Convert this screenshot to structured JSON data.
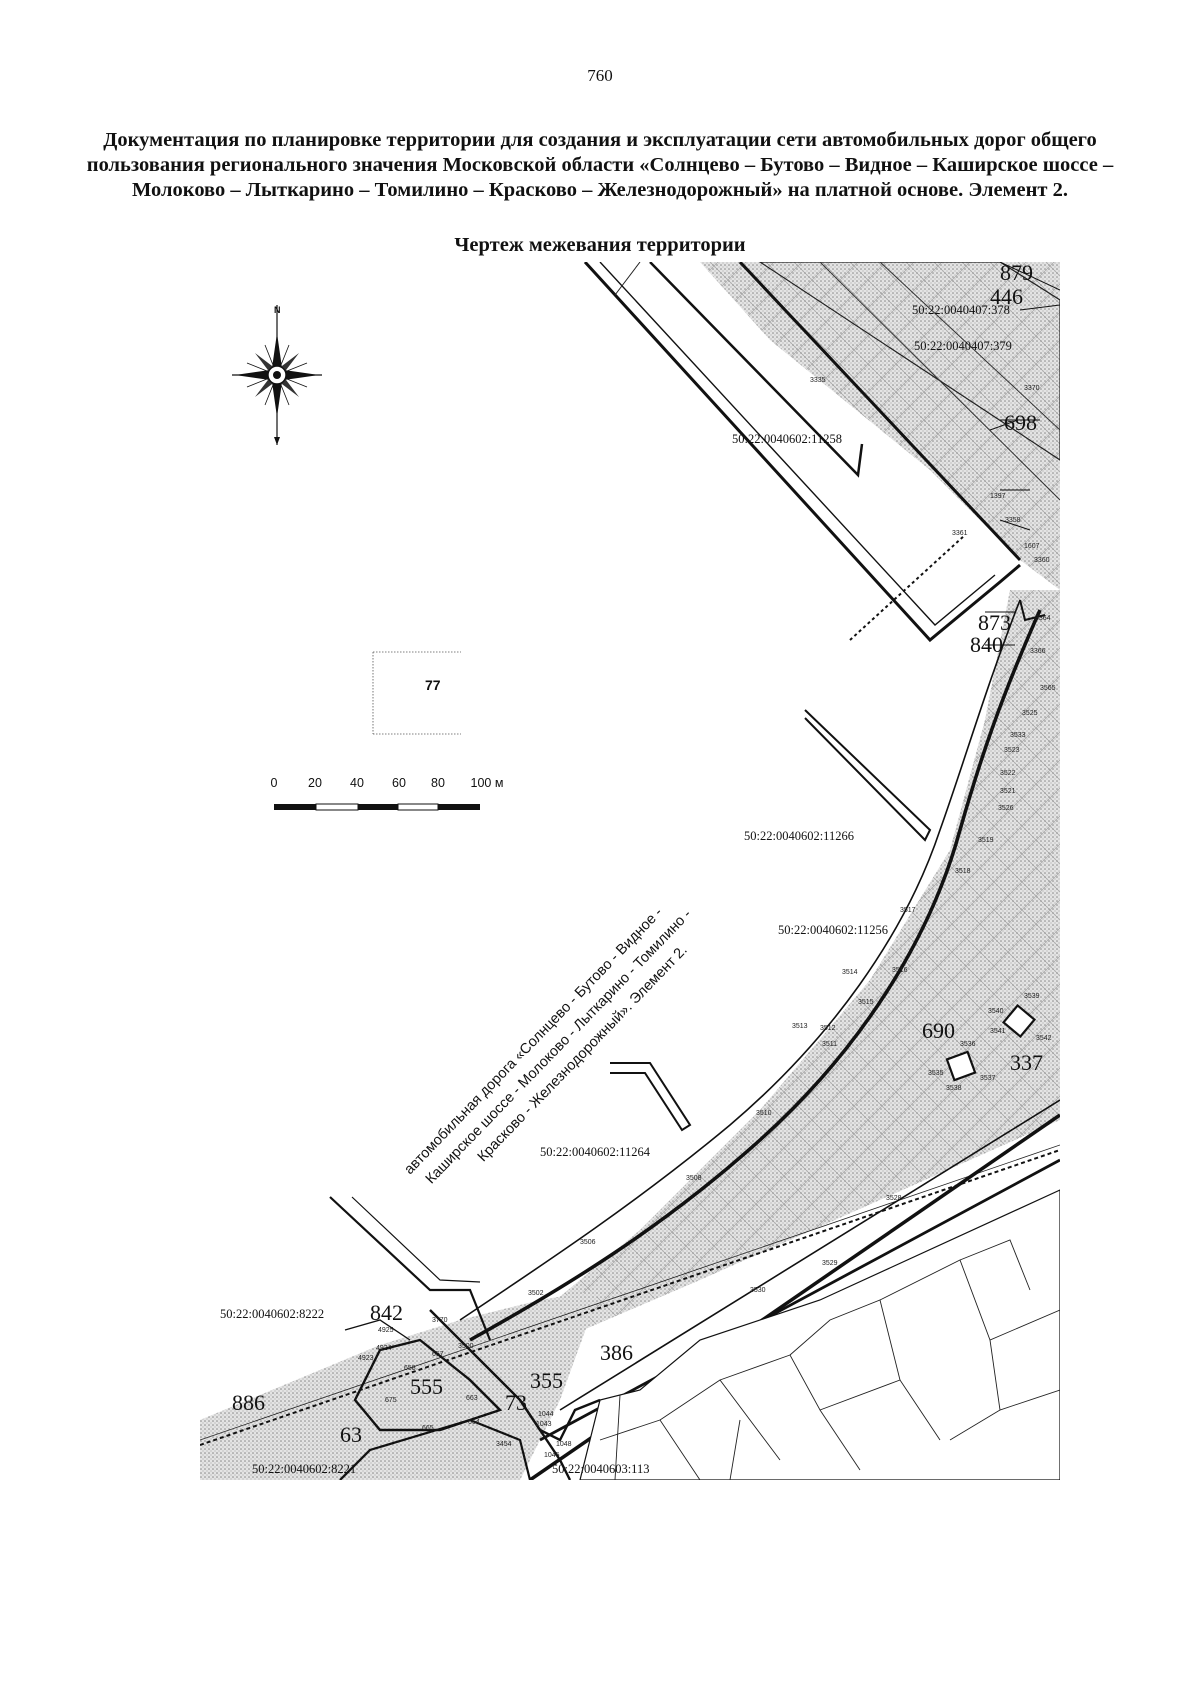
{
  "page": {
    "number": "760",
    "title": "Документация по планировке территории для создания и эксплуатации сети автомобильных дорог общего пользования регионального значения Московской области «Солнцево – Бутово – Видное – Каширское шоссе – Молоково – Лыткарино – Томилино – Красково – Железнодорожный» на платной основе. Элемент 2.",
    "subtitle": "Чертеж межевания территории"
  },
  "map": {
    "compass_label": "N",
    "block_label": "77",
    "scale_bar": {
      "ticks": [
        "0",
        "20",
        "40",
        "60",
        "80",
        "100 м"
      ]
    },
    "road_label_lines": [
      "автомобильная дорога «Солнцево - Бутово - Видное -",
      "Каширское шоссе - Молоково - Лыткарино - Томилино -",
      "Красково - Железнодорожный». Элемент 2."
    ],
    "quarter_numbers": [
      "879",
      "446",
      "698",
      "873",
      "840",
      "690",
      "337",
      "842",
      "886",
      "555",
      "73",
      "355",
      "386",
      "63"
    ],
    "cadastral_numbers": [
      "50:22:0040407:378",
      "50:22:0040407:379",
      "50:22:0040602:11258",
      "50:22:0040602:11266",
      "50:22:0040602:11256",
      "50:22:0040602:11264",
      "50:22:0040602:8222",
      "50:22:0040602:8221",
      "50:22:0040603:113"
    ],
    "point_numbers": [
      "3335",
      "3370",
      "1397",
      "3361",
      "3358",
      "1607",
      "3360",
      "3364",
      "3366",
      "3565",
      "3525",
      "3533",
      "3523",
      "3522",
      "3521",
      "3526",
      "3519",
      "3518",
      "3517",
      "3514",
      "3516",
      "3515",
      "3513",
      "3512",
      "3511",
      "3539",
      "3540",
      "3541",
      "3542",
      "3536",
      "3535",
      "3537",
      "3538",
      "3510",
      "3508",
      "3506",
      "3502",
      "3529",
      "3528",
      "3530",
      "4925",
      "4924",
      "4923",
      "3770",
      "3500",
      "657",
      "658",
      "675",
      "663",
      "664",
      "665",
      "3454",
      "1044",
      "1043",
      "1048",
      "1045"
    ]
  }
}
